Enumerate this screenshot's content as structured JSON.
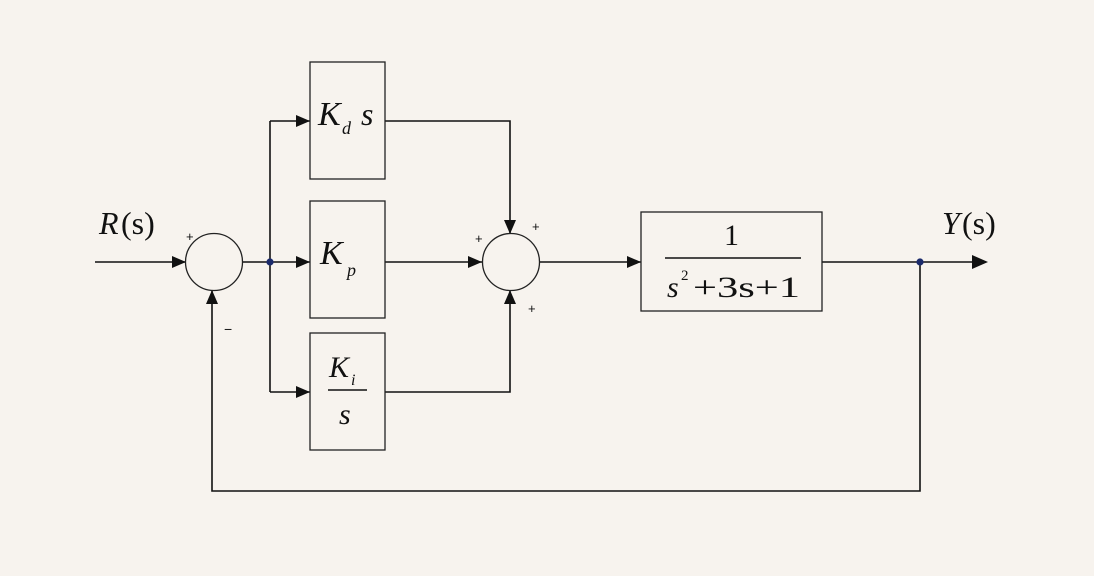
{
  "signals": {
    "input": {
      "name": "R",
      "arg": "(s)"
    },
    "output": {
      "name": "Y",
      "arg": "(s)"
    }
  },
  "blocks": {
    "derivative": {
      "gain": "K",
      "subscript": "d",
      "factor": "s"
    },
    "proportional": {
      "gain": "K",
      "subscript": "p"
    },
    "integral": {
      "gain": "K",
      "subscript": "i",
      "denominator": "s"
    },
    "plant": {
      "numerator": "1",
      "den_var": "s",
      "den_exp": "2",
      "den_rest": "+3s+1"
    }
  },
  "summing_junctions": {
    "error": {
      "input_sign": "+",
      "feedback_sign": "−"
    },
    "controller": {
      "left_sign": "+",
      "top_sign": "+",
      "bottom_sign": "+"
    }
  }
}
